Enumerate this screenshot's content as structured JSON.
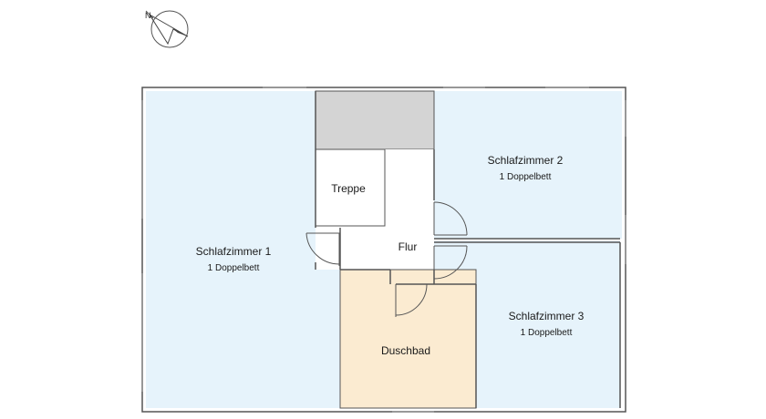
{
  "floorplan": {
    "compass": {
      "icon": "north-arrow-icon"
    },
    "colors": {
      "bedroom_fill": "#e6f3fb",
      "bath_fill": "#fbebd1",
      "stair_shaded_fill": "#d4d4d4",
      "wall": "#555555",
      "white": "#ffffff"
    },
    "rooms": {
      "bedroom1": {
        "name": "Schlafzimmer 1",
        "beds": "1 Doppelbett"
      },
      "bedroom2": {
        "name": "Schlafzimmer 2",
        "beds": "1 Doppelbett"
      },
      "bedroom3": {
        "name": "Schlafzimmer 3",
        "beds": "1 Doppelbett"
      },
      "stairs": {
        "name": "Treppe"
      },
      "hallway": {
        "name": "Flur"
      },
      "shower_room": {
        "name": "Duschbad"
      }
    }
  }
}
